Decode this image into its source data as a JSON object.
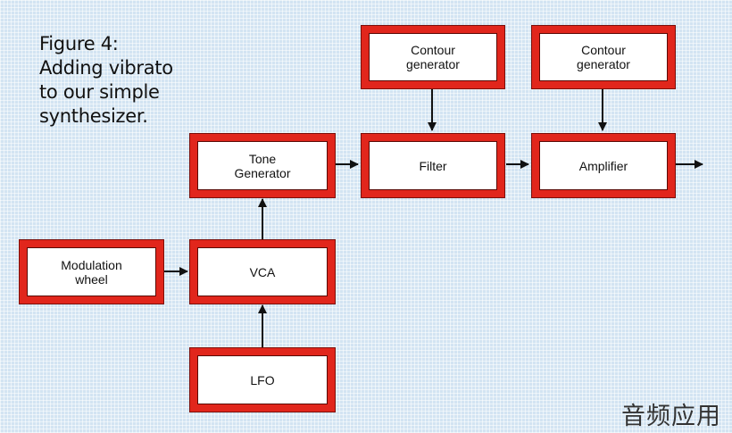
{
  "caption": {
    "lines": [
      "Figure 4:",
      "Adding vibrato",
      "to our simple",
      "synthesizer."
    ]
  },
  "blocks": {
    "contour_filter": [
      "Contour",
      "generator"
    ],
    "contour_amp": [
      "Contour",
      "generator"
    ],
    "tone_generator": [
      "Tone",
      "Generator"
    ],
    "filter": [
      "Filter"
    ],
    "amplifier": [
      "Amplifier"
    ],
    "modulation_wheel": [
      "Modulation",
      "wheel"
    ],
    "vca": [
      "VCA"
    ],
    "lfo": [
      "LFO"
    ]
  },
  "watermark": "音频应用",
  "colors": {
    "block_border": "#e1261c",
    "background": "#d3e4f2"
  }
}
